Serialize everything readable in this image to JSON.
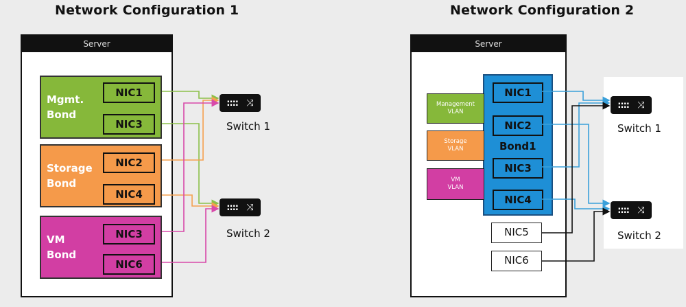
{
  "config1": {
    "title": "Network Configuration 1",
    "server_label": "Server",
    "bonds": [
      {
        "label_line1": "Mgmt.",
        "label_line2": "Bond",
        "color": "#86b83a",
        "nic_top": "NIC1",
        "nic_bottom": "NIC3"
      },
      {
        "label_line1": "Storage",
        "label_line2": "Bond",
        "color": "#f59a4a",
        "nic_top": "NIC2",
        "nic_bottom": "NIC4"
      },
      {
        "label_line1": "VM",
        "label_line2": "Bond",
        "color": "#d23ea3",
        "nic_top": "NIC3",
        "nic_bottom": "NIC6"
      }
    ],
    "switch1_label": "Switch 1",
    "switch2_label": "Switch 2"
  },
  "config2": {
    "title": "Network Configuration 2",
    "server_label": "Server",
    "bond_label": "Bond1",
    "bond_color": "#1e8fd6",
    "bond_nics": [
      "NIC1",
      "NIC2",
      "NIC3",
      "NIC4"
    ],
    "vlans": [
      {
        "line1": "Management",
        "line2": "VLAN",
        "color": "#86b83a"
      },
      {
        "line1": "Storage",
        "line2": "VLAN",
        "color": "#f59a4a"
      },
      {
        "line1": "VM",
        "line2": "VLAN",
        "color": "#d23ea3"
      }
    ],
    "extra_nics": [
      "NIC5",
      "NIC6"
    ],
    "switch1_label": "Switch 1",
    "switch2_label": "Switch 2"
  },
  "icons": {
    "switch_ports": "::::",
    "switch_arrows": "⤨"
  }
}
